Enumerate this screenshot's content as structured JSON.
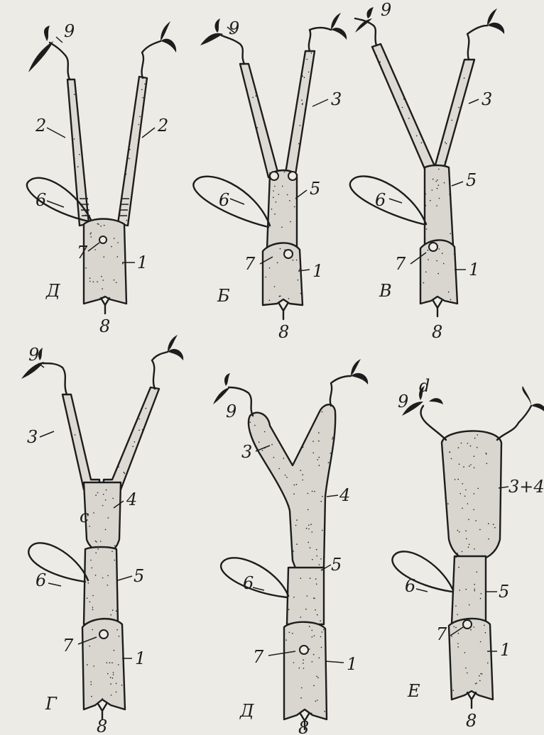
{
  "labels": {
    "n1": "1",
    "n2": "2",
    "n3": "3",
    "n4": "4",
    "n5": "5",
    "n6": "6",
    "n7": "7",
    "n8": "8",
    "n9": "9",
    "n34": "3+4",
    "c": "c",
    "d": "d"
  },
  "panels": {
    "A": "Д",
    "B": "Б",
    "V": "В",
    "G": "Г",
    "D": "Д",
    "E": "Е"
  },
  "colors": {
    "ink": "#1d1d1d",
    "paper": "#ecebe6",
    "stipple": "#dcdad3"
  }
}
